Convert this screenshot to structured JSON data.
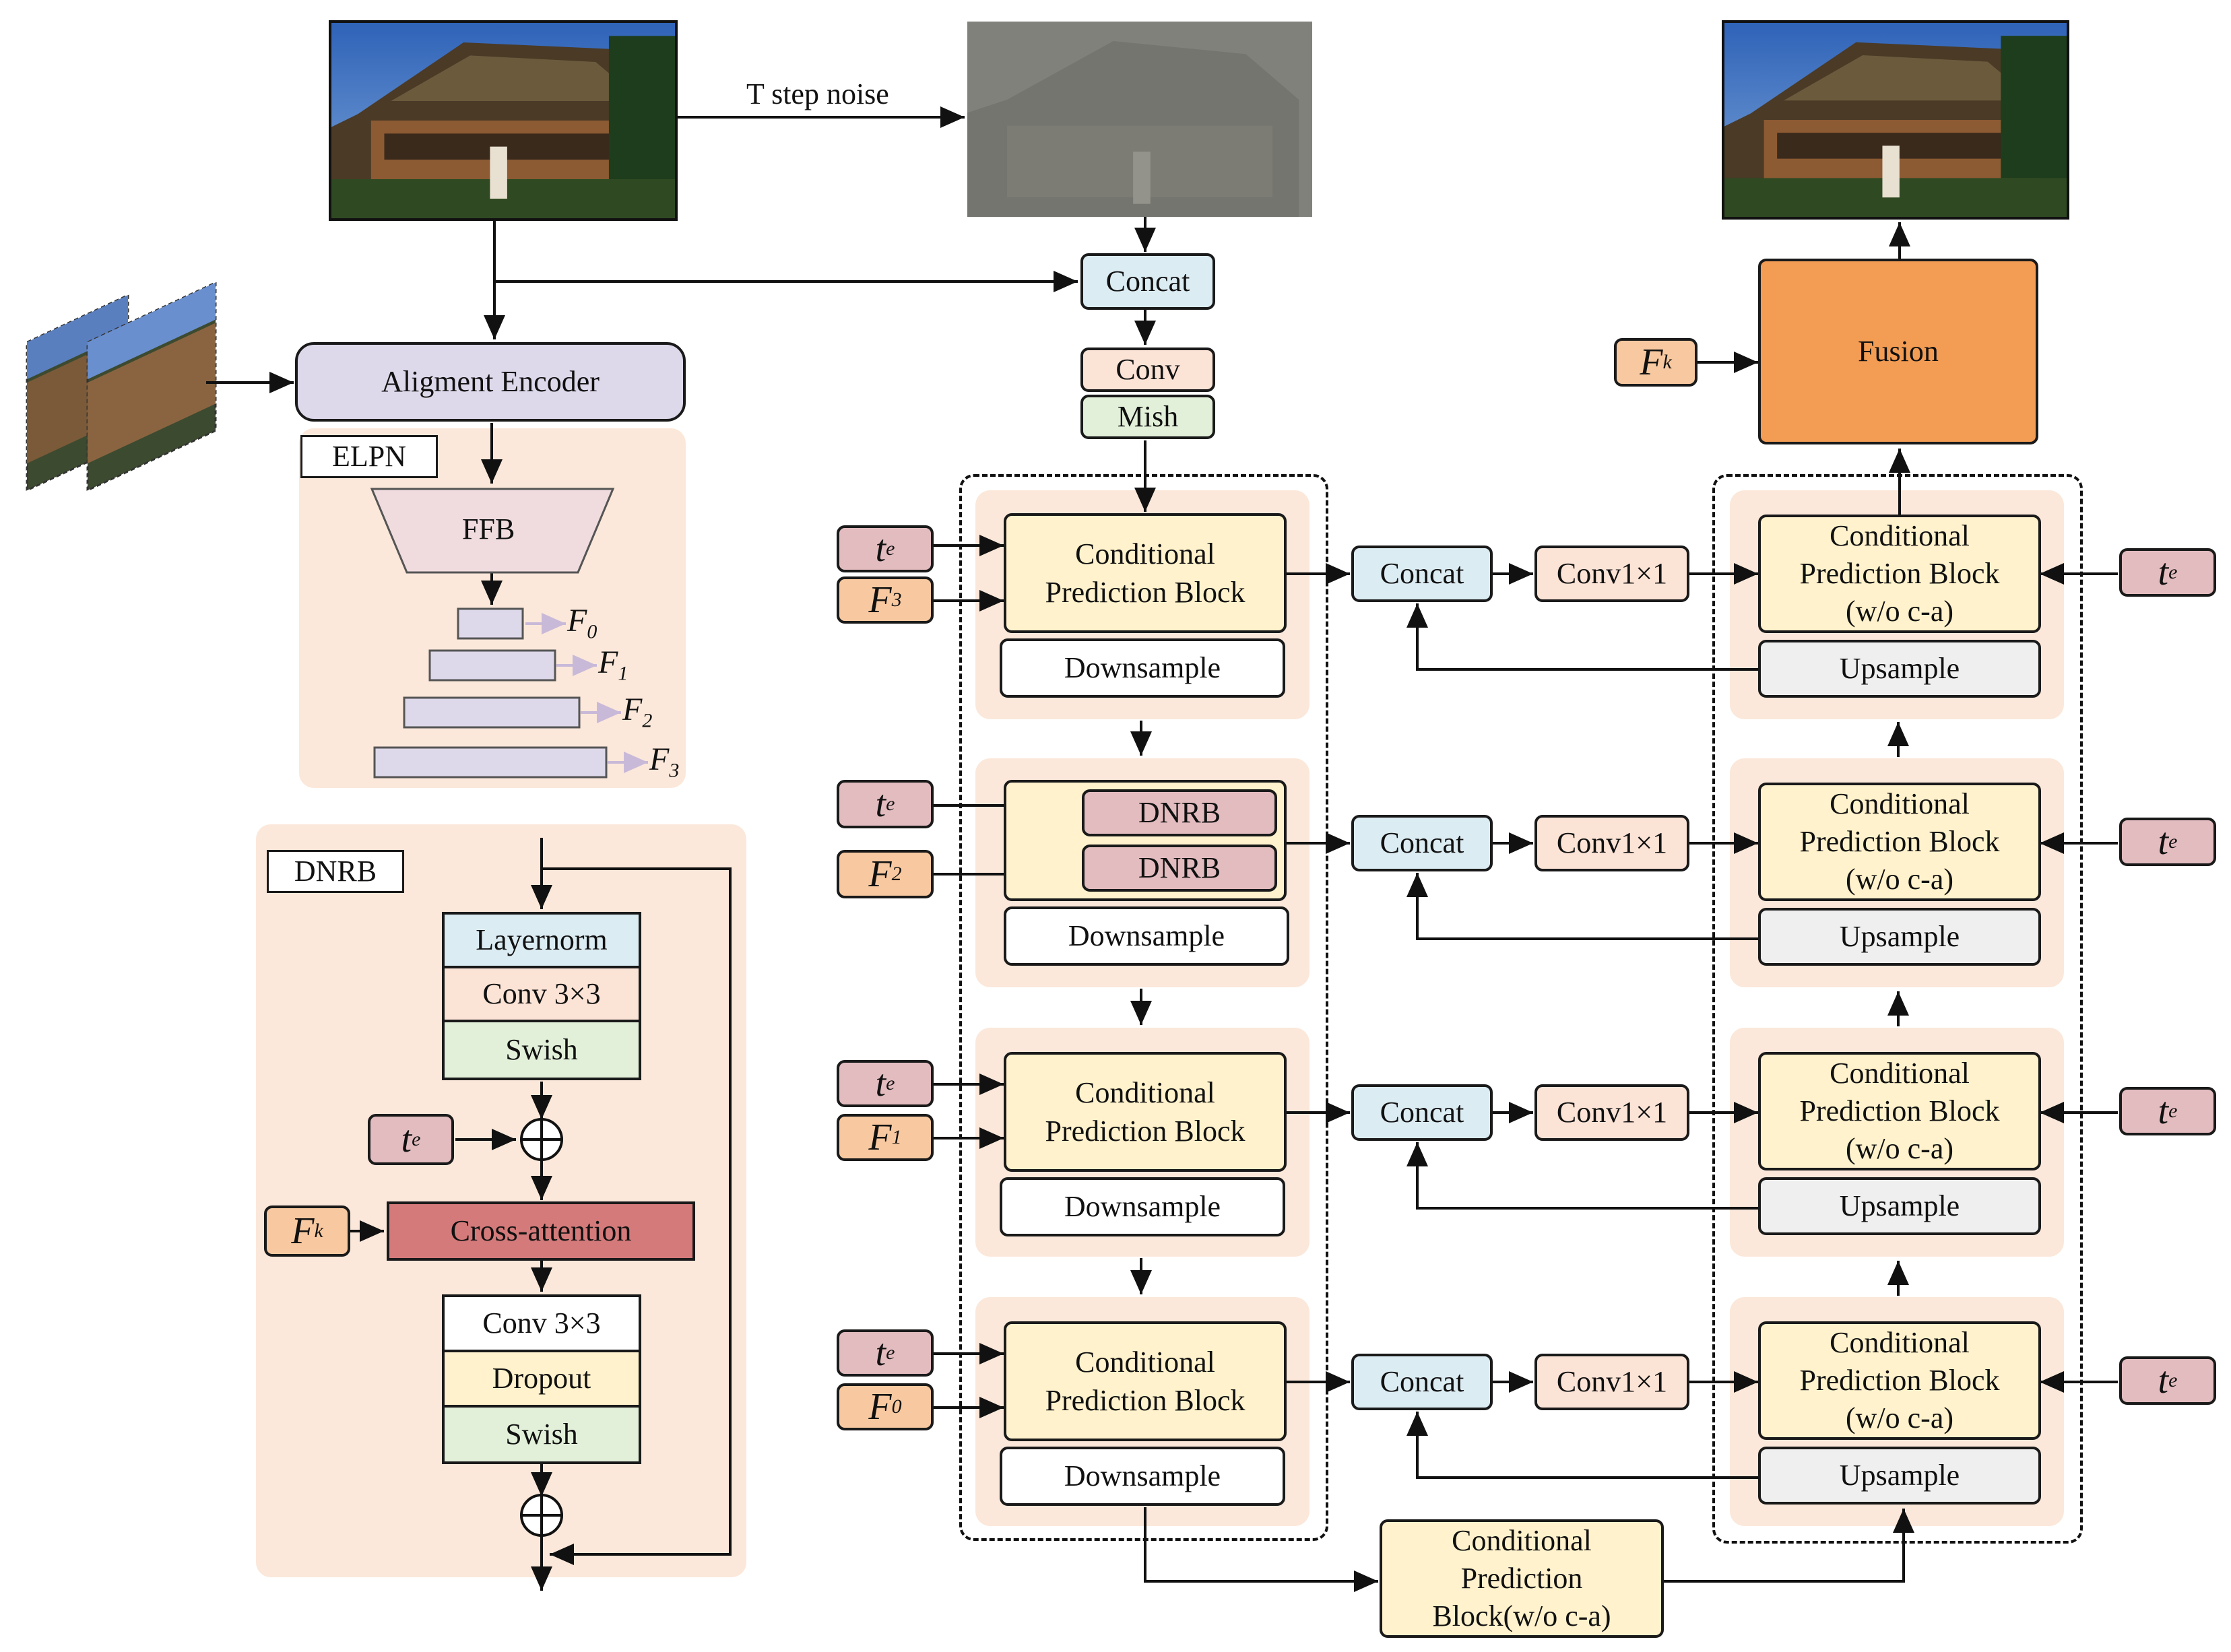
{
  "colors": {
    "orange": "#f39c54",
    "fusion_orange": "#f39c54",
    "blue": "#dcecf3",
    "peach": "#fbe3d6",
    "green": "#e2f0d9",
    "yellow": "#fff2cc",
    "pink": "#e3bcbf",
    "red": "#d47a7a",
    "gray": "#efefef",
    "lavender": "#ddd8ea",
    "symbol_orange": "#f8c9a0",
    "symbol_pink": "#e3bcbf",
    "background_panel": "#fbe8da"
  },
  "top": {
    "noise_label": "T step noise",
    "concat": "Concat",
    "conv": "Conv",
    "mish": "Mish",
    "fusion": "Fusion"
  },
  "encoder": {
    "alignment_encoder": "Aligment Encoder",
    "elpn_label": "ELPN",
    "ffb": "FFB",
    "features": [
      "F0",
      "F1",
      "F2",
      "F3"
    ]
  },
  "dnrb_panel": {
    "label": "DNRB",
    "layernorm": "Layernorm",
    "conv1": "Conv 3×3",
    "swish1": "Swish",
    "cross_attention": "Cross-attention",
    "conv2": "Conv 3×3",
    "dropout": "Dropout",
    "swish2": "Swish"
  },
  "encoder_stack": {
    "cpb": "Conditional\nPrediction Block",
    "downsample": "Downsample",
    "dnrb": "DNRB"
  },
  "middle": {
    "concat": "Concat",
    "conv1x1": "Conv1×1"
  },
  "decoder_stack": {
    "cpb_noca": "Conditional\nPrediction Block\n(w/o c-a)",
    "upsample": "Upsample"
  },
  "bottom": {
    "cpb": "Conditional\nPrediction\nBlock(w/o c-a)"
  },
  "symbols": {
    "t": "t",
    "t_sub": "e",
    "F": "F",
    "k": "k",
    "sub0": "0",
    "sub1": "1",
    "sub2": "2",
    "sub3": "3"
  }
}
